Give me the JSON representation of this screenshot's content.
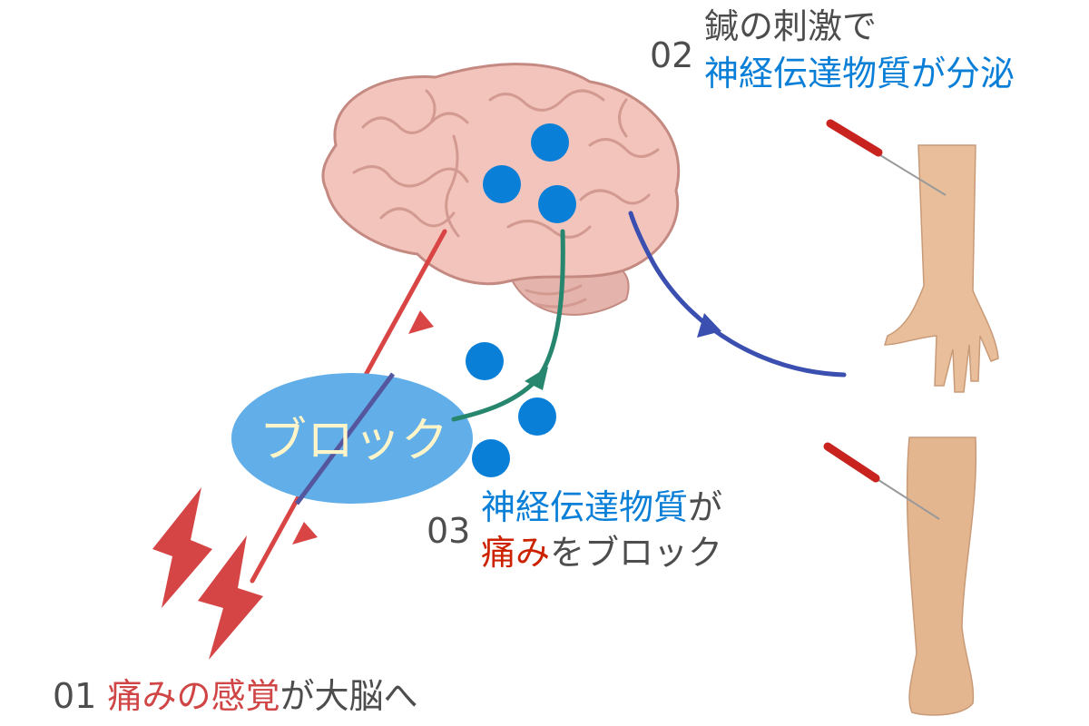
{
  "colors": {
    "text_gray": "#4d4d4d",
    "accent_blue": "#0a7fd8",
    "pain_red": "#d04545",
    "pain_red_dark": "#cc2200",
    "block_ellipse": "#62aee8",
    "block_text": "#fff5c8",
    "nerve_red": "#d94545",
    "nerve_green": "#27866e",
    "nerve_blue": "#3b4fb0"
  },
  "block_label": "ブロック",
  "step01": {
    "number": "01",
    "highlight": "痛みの感覚",
    "rest": "が大脳へ"
  },
  "step02": {
    "number": "02",
    "line1": "鍼の刺激で",
    "line2": "神経伝達物質が分泌"
  },
  "step03": {
    "number": "03",
    "line1_highlight": "神経伝達物質",
    "line1_rest": "が",
    "line2_highlight": "痛み",
    "line2_rest": "をブロック"
  }
}
